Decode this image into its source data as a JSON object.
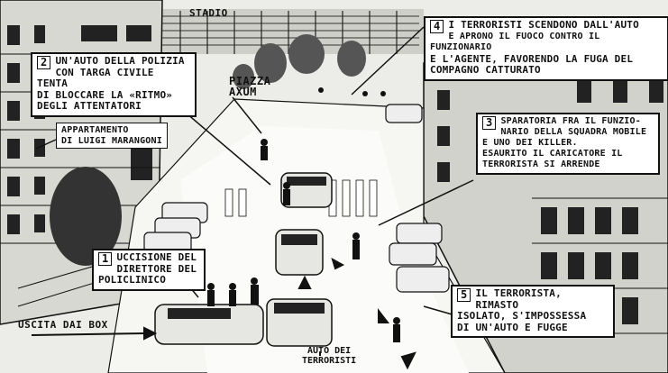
{
  "places": {
    "stadio": "STADIO",
    "piazza_axum": [
      "PIAZZA",
      "AXUM"
    ],
    "uscita_dai_box": "USCITA DAI BOX",
    "auto_dei_terroristi": [
      "AUTO DEI",
      "TERRORISTI"
    ],
    "appartamento": [
      "APPARTAMENTO",
      "DI LUIGI MARANGONI"
    ]
  },
  "captions": [
    {
      "number": "1",
      "lines": [
        "UCCISIONE DEL",
        "DIRETTORE DEL",
        "POLICLINICO"
      ]
    },
    {
      "number": "2",
      "lines": [
        "UN'AUTO DELLA POLIZIA",
        "CON TARGA CIVILE TENTA",
        "DI BLOCCARE LA «RITMO»",
        "DEGLI ATTENTATORI"
      ]
    },
    {
      "number": "3",
      "lines": [
        "SPARATORIA FRA IL FUNZIO-",
        "NARIO DELLA SQUADRA MOBILE",
        "E UNO DEI KILLER.",
        "ESAURITO IL CARICATORE IL",
        "TERRORISTA SI ARRENDE"
      ]
    },
    {
      "number": "4",
      "lines": [
        "I TERRORISTI SCENDONO DALL'AUTO",
        "E APRONO IL FUOCO CONTRO IL FUNZIONARIO",
        "E L'AGENTE, FAVORENDO LA FUGA DEL",
        "COMPAGNO CATTURATO"
      ]
    },
    {
      "number": "5",
      "lines": [
        "IL TERRORISTA, RIMASTO",
        "ISOLATO, S'IMPOSSESSA",
        "DI UN'AUTO E FUGGE"
      ]
    }
  ]
}
